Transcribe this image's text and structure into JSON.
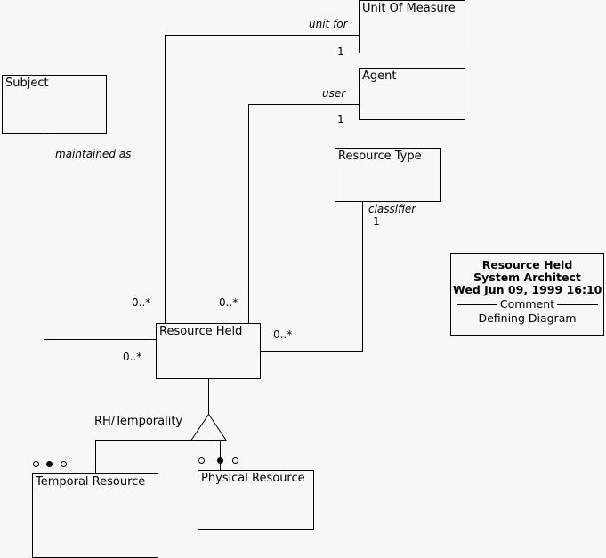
{
  "diagram": {
    "kind": "uml-class-diagram",
    "background_color": "#f7f7f5",
    "line_color": "#000000"
  },
  "classes": [
    {
      "id": "subject",
      "name": "Subject"
    },
    {
      "id": "unit_of_measure",
      "name": "Unit Of Measure"
    },
    {
      "id": "agent",
      "name": "Agent"
    },
    {
      "id": "resource_type",
      "name": "Resource Type"
    },
    {
      "id": "resource_held",
      "name": "Resource Held"
    },
    {
      "id": "temporal_resource",
      "name": "Temporal Resource"
    },
    {
      "id": "physical_resource",
      "name": "Physical Resource"
    }
  ],
  "roles": {
    "unit_for": "unit for",
    "user": "user",
    "classifier": "classifier",
    "maintained_as": "maintained as"
  },
  "multiplicities": {
    "unit_of_measure_end": "1",
    "agent_end": "1",
    "resource_type_end": "1",
    "rh_to_unit": "0..*",
    "rh_to_agent": "0..*",
    "rh_to_type": "0..*",
    "rh_to_subject": "0..*"
  },
  "associations": {
    "temporality": "RH/Temporality"
  },
  "note": {
    "title_line1": "Resource Held",
    "title_line2": "System Architect",
    "title_line3": "Wed Jun 09, 1999  16:10",
    "divider_label": "Comment",
    "body": "Defining Diagram"
  }
}
